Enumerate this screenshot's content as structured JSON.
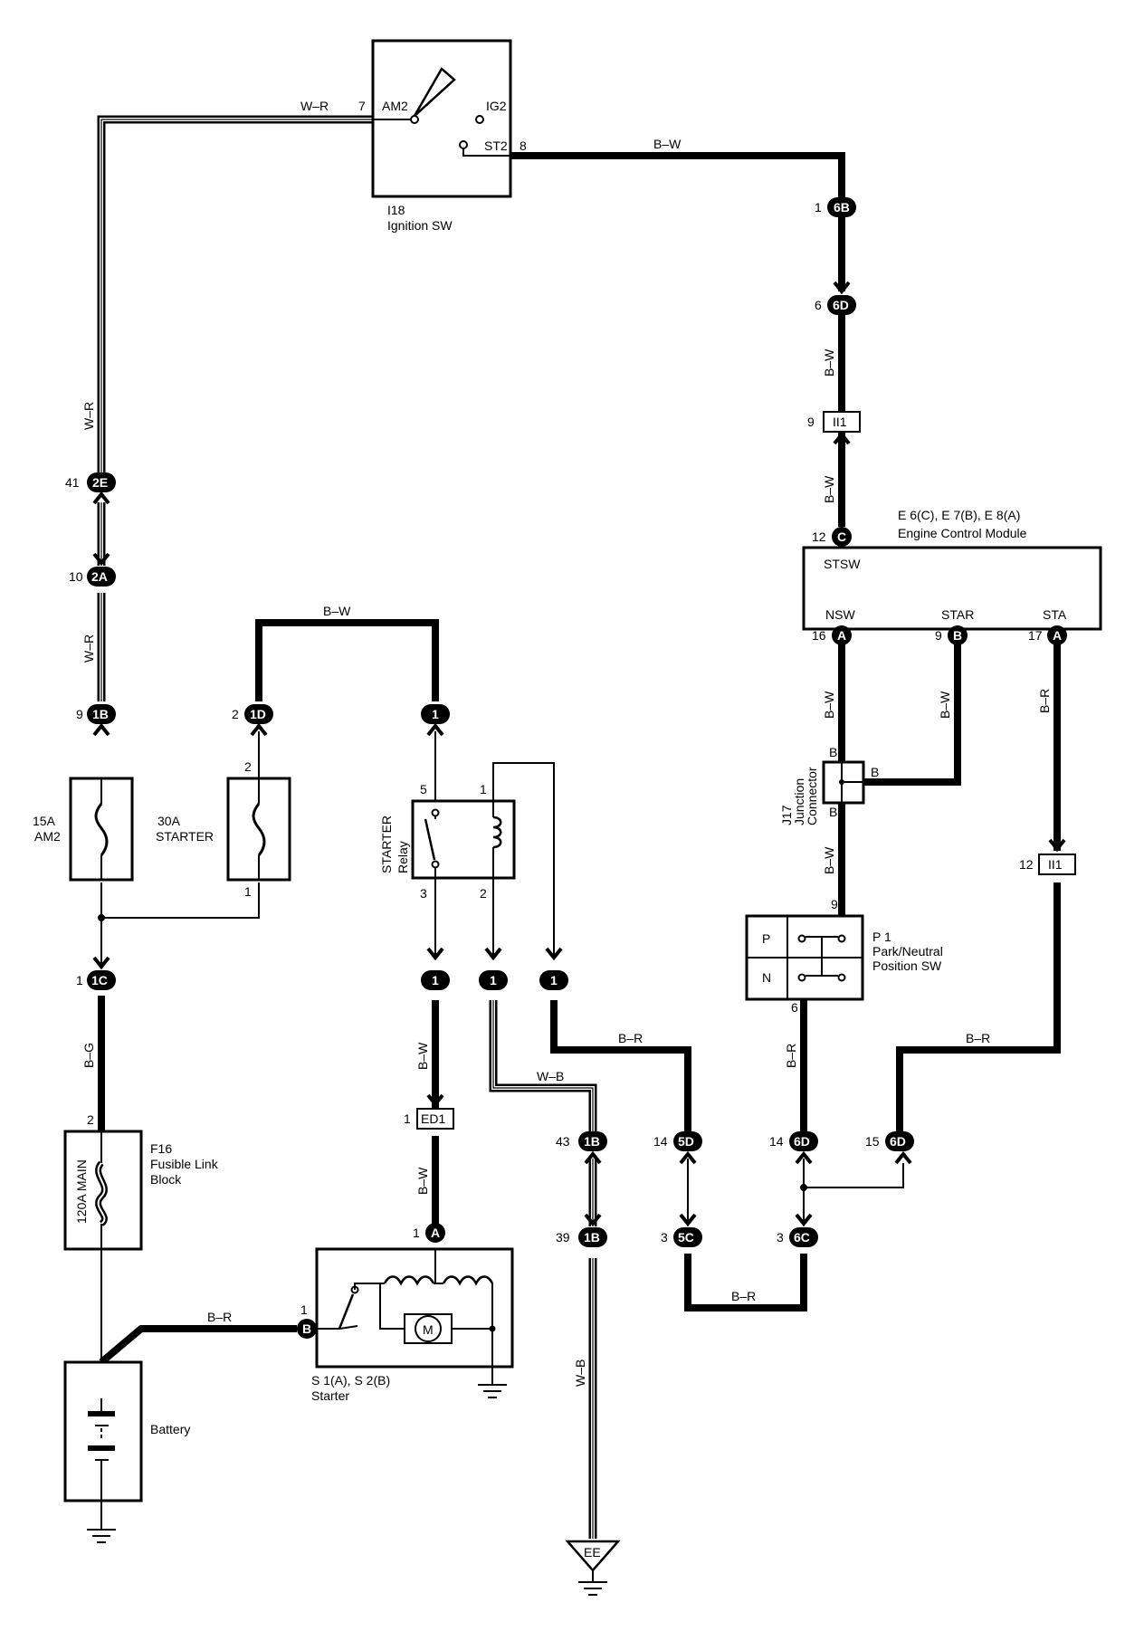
{
  "components": {
    "ignition_sw": {
      "id": "I18",
      "name": "Ignition SW",
      "am2": "AM2",
      "ig2": "IG2",
      "st2": "ST2",
      "pin_am2": "7",
      "pin_st2": "8"
    },
    "ecm": {
      "id": "E 6(C), E 7(B), E 8(A)",
      "name": "Engine Control Module",
      "stsw": "STSW",
      "nsw": "NSW",
      "star": "STAR",
      "sta": "STA",
      "pin_stsw": "12",
      "pin_nsw": "16",
      "pin_star": "9",
      "pin_sta": "17",
      "conn_c": "C",
      "conn_a": "A",
      "conn_b": "B"
    },
    "fuse_am2": {
      "rating": "15A",
      "name": "AM2"
    },
    "fuse_starter": {
      "rating": "30A",
      "name": "STARTER",
      "pin_top": "2",
      "pin_bottom": "1"
    },
    "relay": {
      "name": "STARTER",
      "sub": "Relay",
      "pin5": "5",
      "pin1": "1",
      "pin3": "3",
      "pin2": "2"
    },
    "junction": {
      "id": "J17",
      "name": "Junction",
      "sub": "Connector",
      "b": "B"
    },
    "pn_switch": {
      "id": "P 1",
      "name": "Park/Neutral",
      "sub": "Position SW",
      "p": "P",
      "n": "N",
      "pin9": "9",
      "pin6": "6"
    },
    "fusible_link": {
      "id": "F16",
      "name": "Fusible Link",
      "sub": "Block",
      "rating": "120A MAIN",
      "pin": "2"
    },
    "starter": {
      "id": "S 1(A), S 2(B)",
      "name": "Starter",
      "motor": "M",
      "pin1a": "1",
      "pin1b": "1",
      "conn_a": "A",
      "conn_b": "B"
    },
    "battery": {
      "name": "Battery"
    },
    "ground_ee": {
      "name": "EE"
    }
  },
  "connectors": {
    "c6b": {
      "code": "6B",
      "pin": "1"
    },
    "c6d_top": {
      "code": "6D",
      "pin": "6"
    },
    "ii1_top": {
      "code": "II1",
      "pin": "9"
    },
    "c2e": {
      "code": "2E",
      "pin": "41"
    },
    "c2a": {
      "code": "2A",
      "pin": "10"
    },
    "c1b": {
      "code": "1B",
      "pin": "9"
    },
    "c1d": {
      "code": "1D",
      "pin": "2"
    },
    "c_relay1": {
      "code": "1"
    },
    "c1c": {
      "code": "1C",
      "pin": "1"
    },
    "ii1_sta": {
      "code": "II1",
      "pin": "12"
    },
    "cr_a": {
      "code": "1"
    },
    "cr_b": {
      "code": "1"
    },
    "cr_c": {
      "code": "1"
    },
    "ed1": {
      "code": "ED1",
      "pin": "1"
    },
    "c1b_43": {
      "code": "1B",
      "pin": "43"
    },
    "c1b_39": {
      "code": "1B",
      "pin": "39"
    },
    "c5d": {
      "code": "5D",
      "pin": "14"
    },
    "c5c": {
      "code": "5C",
      "pin": "3"
    },
    "c6d_14": {
      "code": "6D",
      "pin": "14"
    },
    "c6c": {
      "code": "6C",
      "pin": "3"
    },
    "c6d_15": {
      "code": "6D",
      "pin": "15"
    }
  },
  "wires": {
    "top_wr": "W–R",
    "top_bw": "B–W",
    "left_wr1": "W–R",
    "left_wr2": "W–R",
    "right_bw1": "B–W",
    "right_bw2": "B–W",
    "mid_bw": "B–W",
    "nsw_bw": "B–W",
    "star_bw": "B–W",
    "sta_br": "B–R",
    "jc_bw": "B–W",
    "bg": "B–G",
    "relay_bw": "B–W",
    "ed1_bw": "B–W",
    "bat_br": "B–R",
    "wb1": "W–B",
    "wb2": "W–B",
    "br_mid": "B–R",
    "br_pn": "B–R",
    "br_sta": "B–R",
    "br_bottom": "B–R"
  }
}
